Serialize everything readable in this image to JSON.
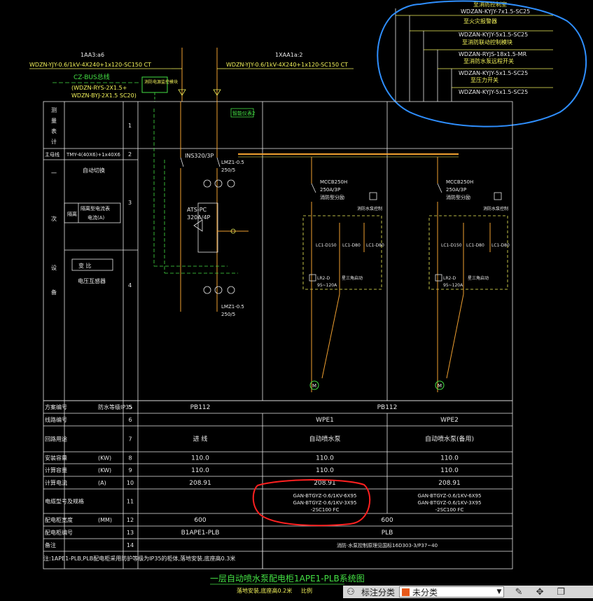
{
  "top_right_feeders": [
    {
      "label": "至消防控制室",
      "cable": "WDZAN-KYJY-7x1.5-SC25"
    },
    {
      "label": "至火灾报警器",
      "cable": "WDZAN-KYJY-5x1.5-SC25"
    },
    {
      "label": "至消防联动控制模块",
      "cable": "WDZAN-RYJS-18x1.5-MR"
    },
    {
      "label": "至消防水泵远程开关",
      "cable": "WDZAN-KYJY-5x1.5-SC25"
    },
    {
      "label": "至压力开关",
      "cable": "WDZAN-KYJY-5x1.5-SC25"
    }
  ],
  "incoming": {
    "left_id": "1AA3:a6",
    "left_cable": "WDZN-YJY-0.6/1kV-4X240+1x120-SC150 CT",
    "right_id": "1XAA1a:2",
    "right_cable": "WDZN-YJY-0.6/1kV-4X240+1x120-SC150 CT",
    "bus_label": "CZ-BUS总线",
    "bus_cable1": "(WDZN-RYS-2X1.5+",
    "bus_cable2": "WDZN-BYJ-2X1.5 SC20)",
    "module_text": "消防电源监控模块"
  },
  "row_labels": {
    "r1": [
      "测",
      "量",
      "表",
      "计"
    ],
    "r2": "主母线",
    "r2_value": "TMY-4(40X6)+1x40X6",
    "r3_title": [
      "一",
      "次",
      "设",
      "备"
    ],
    "r3a": "自动切换",
    "r3b": "隔离型电流表",
    "r3b2": "电流(A)",
    "r3c": "变 比",
    "r3d": "电压互感器"
  },
  "diagram": {
    "top_label": "智能仪表2",
    "switch1": "INS320/3P",
    "lmz_top": "LMZ1-0.5",
    "lmz_top2": "250/5",
    "ats": "ATS-PC",
    "ats2": "320A/4P",
    "lmz_bot": "LMZ1-0.5",
    "lmz_bot2": "250/5",
    "mccb1": "MCCB250H",
    "mccb1b": "250A/3P",
    "mccb1c": "消防型分励",
    "mccb2": "MCCB250H",
    "mccb2b": "250A/3P",
    "mccb2c": "消防型分励",
    "fault_note": "消防水泵控制",
    "contactor1": "LC1-D150",
    "contactor2": "LC1-D80",
    "contactor3": "LC1-D80",
    "relay": "LR2-D",
    "relay2": "95~120A",
    "starter": "星三角启动",
    "motor": "M"
  },
  "table": {
    "rows": [
      {
        "num": "5",
        "label": "方案编号",
        "sub": "防水等级IP35",
        "c1": "PB112",
        "c2": "PB112",
        "c3": ""
      },
      {
        "num": "6",
        "label": "线路编号",
        "sub": "",
        "c1": "",
        "c2": "WPE1",
        "c3": "WPE2"
      },
      {
        "num": "7",
        "label": "回路用途",
        "sub": "",
        "c1": "进 线",
        "c2": "自动喷水泵",
        "c3": "自动喷水泵(备用)"
      },
      {
        "num": "8",
        "label": "安装容量",
        "sub": "(KW)",
        "c1": "110.0",
        "c2": "110.0",
        "c3": "110.0"
      },
      {
        "num": "9",
        "label": "计算容量",
        "sub": "(KW)",
        "c1": "110.0",
        "c2": "110.0",
        "c3": "110.0"
      },
      {
        "num": "10",
        "label": "计算电流",
        "sub": "(A)",
        "c1": "208.91",
        "c2": "208.91",
        "c3": "208.91"
      },
      {
        "num": "11",
        "label": "电缆型号及规格",
        "sub": "",
        "c1": "",
        "c2": "GAN-BTGYZ-0.6/1KV-6X95|GAN-BTGYZ-0.6/1KV-3X95|-2SC100 FC",
        "c3": "GAN-BTGYZ-0.6/1KV-6X95|GAN-BTGYZ-0.6/1KV-3X95|-2SC100 FC"
      },
      {
        "num": "12",
        "label": "配电柜宽度",
        "sub": "(MM)",
        "c1": "600",
        "c2": "600",
        "c3": ""
      },
      {
        "num": "13",
        "label": "配电柜编号",
        "sub": "",
        "c1": "B1APE1-PLB",
        "c2": "PLB",
        "c3": ""
      },
      {
        "num": "14",
        "label": "备注",
        "sub": "",
        "c1": "",
        "c2": "消防·水泵控制原理见国标16D303-3/P37~40",
        "c3": ""
      }
    ]
  },
  "footnote": "注:1APE1-PLB,PLB配电柜采用防护等级为IP35的柜体,落地安装,底座高0.3米",
  "drawing_title": "一层自动喷水泵配电柜1APE1-PLB系统图",
  "drawing_sub1": "落地安装,底座高0.2米",
  "drawing_sub2": "比例",
  "toolbar": {
    "label": "标注分类",
    "select_value": "未分类",
    "colors": {
      "accent": "#e8591a",
      "line_yellow": "#f2f25a",
      "line_green": "#44e044",
      "line_orange": "#f0a030",
      "annot_red": "#ff2020",
      "annot_blue": "#2f8fff"
    }
  }
}
